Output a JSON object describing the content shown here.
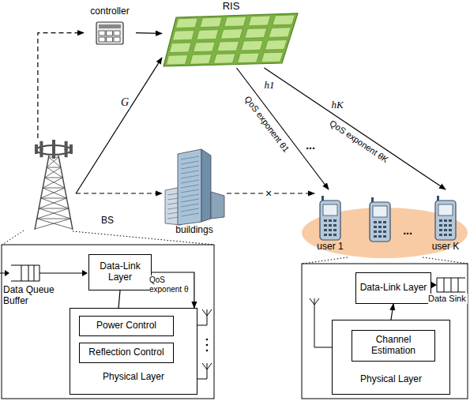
{
  "diagram": {
    "nodes": [
      {
        "text": [
          "RIS"
        ]
      },
      {
        "text": [
          "controller"
        ]
      },
      {
        "text": [
          "BS"
        ]
      },
      {
        "text": [
          "buildings"
        ]
      },
      {
        "text": [
          "user 1"
        ]
      },
      {
        "text": [
          "user K"
        ]
      },
      {
        "text": [
          "Data-Link Layer"
        ]
      },
      {
        "text": [
          "Physical Layer"
        ]
      },
      {
        "text": [
          "Power Control"
        ],
        "in": 7
      },
      {
        "text": [
          "Reflection Control"
        ],
        "in": 7
      },
      {
        "text": [
          "Data-Link Layer"
        ]
      },
      {
        "text": [
          "Physical Layer"
        ]
      },
      {
        "text": [
          "Channel Estimation"
        ],
        "in": 11
      }
    ],
    "edges": [
      {
        "from": 2,
        "to": 0,
        "label": "G",
        "arrow": "to"
      },
      {
        "from": 2,
        "to": 1,
        "arrow": "to"
      },
      {
        "from": 1,
        "to": 0,
        "arrow": "to"
      },
      {
        "from": 0,
        "to": 4,
        "label": "h1",
        "arrow": "to"
      },
      {
        "from": 0,
        "to": 5,
        "label": "hK",
        "arrow": "to"
      },
      {
        "from": 2,
        "to": 3,
        "arrow": "to"
      },
      {
        "from": 3,
        "to": 4,
        "label": "×",
        "arrow": "to"
      },
      {
        "from": 6,
        "to": 8,
        "arrow": "to"
      },
      {
        "from": 6,
        "to": 7,
        "label": "QoS exponent θ",
        "arrow": "to"
      },
      {
        "from": 11,
        "to": 10,
        "arrow": "to"
      }
    ],
    "labels": [
      "QoS exponent θ1",
      "QoS exponent θK",
      "...",
      "...",
      "Data Queue Buffer",
      "Data Sink"
    ]
  }
}
